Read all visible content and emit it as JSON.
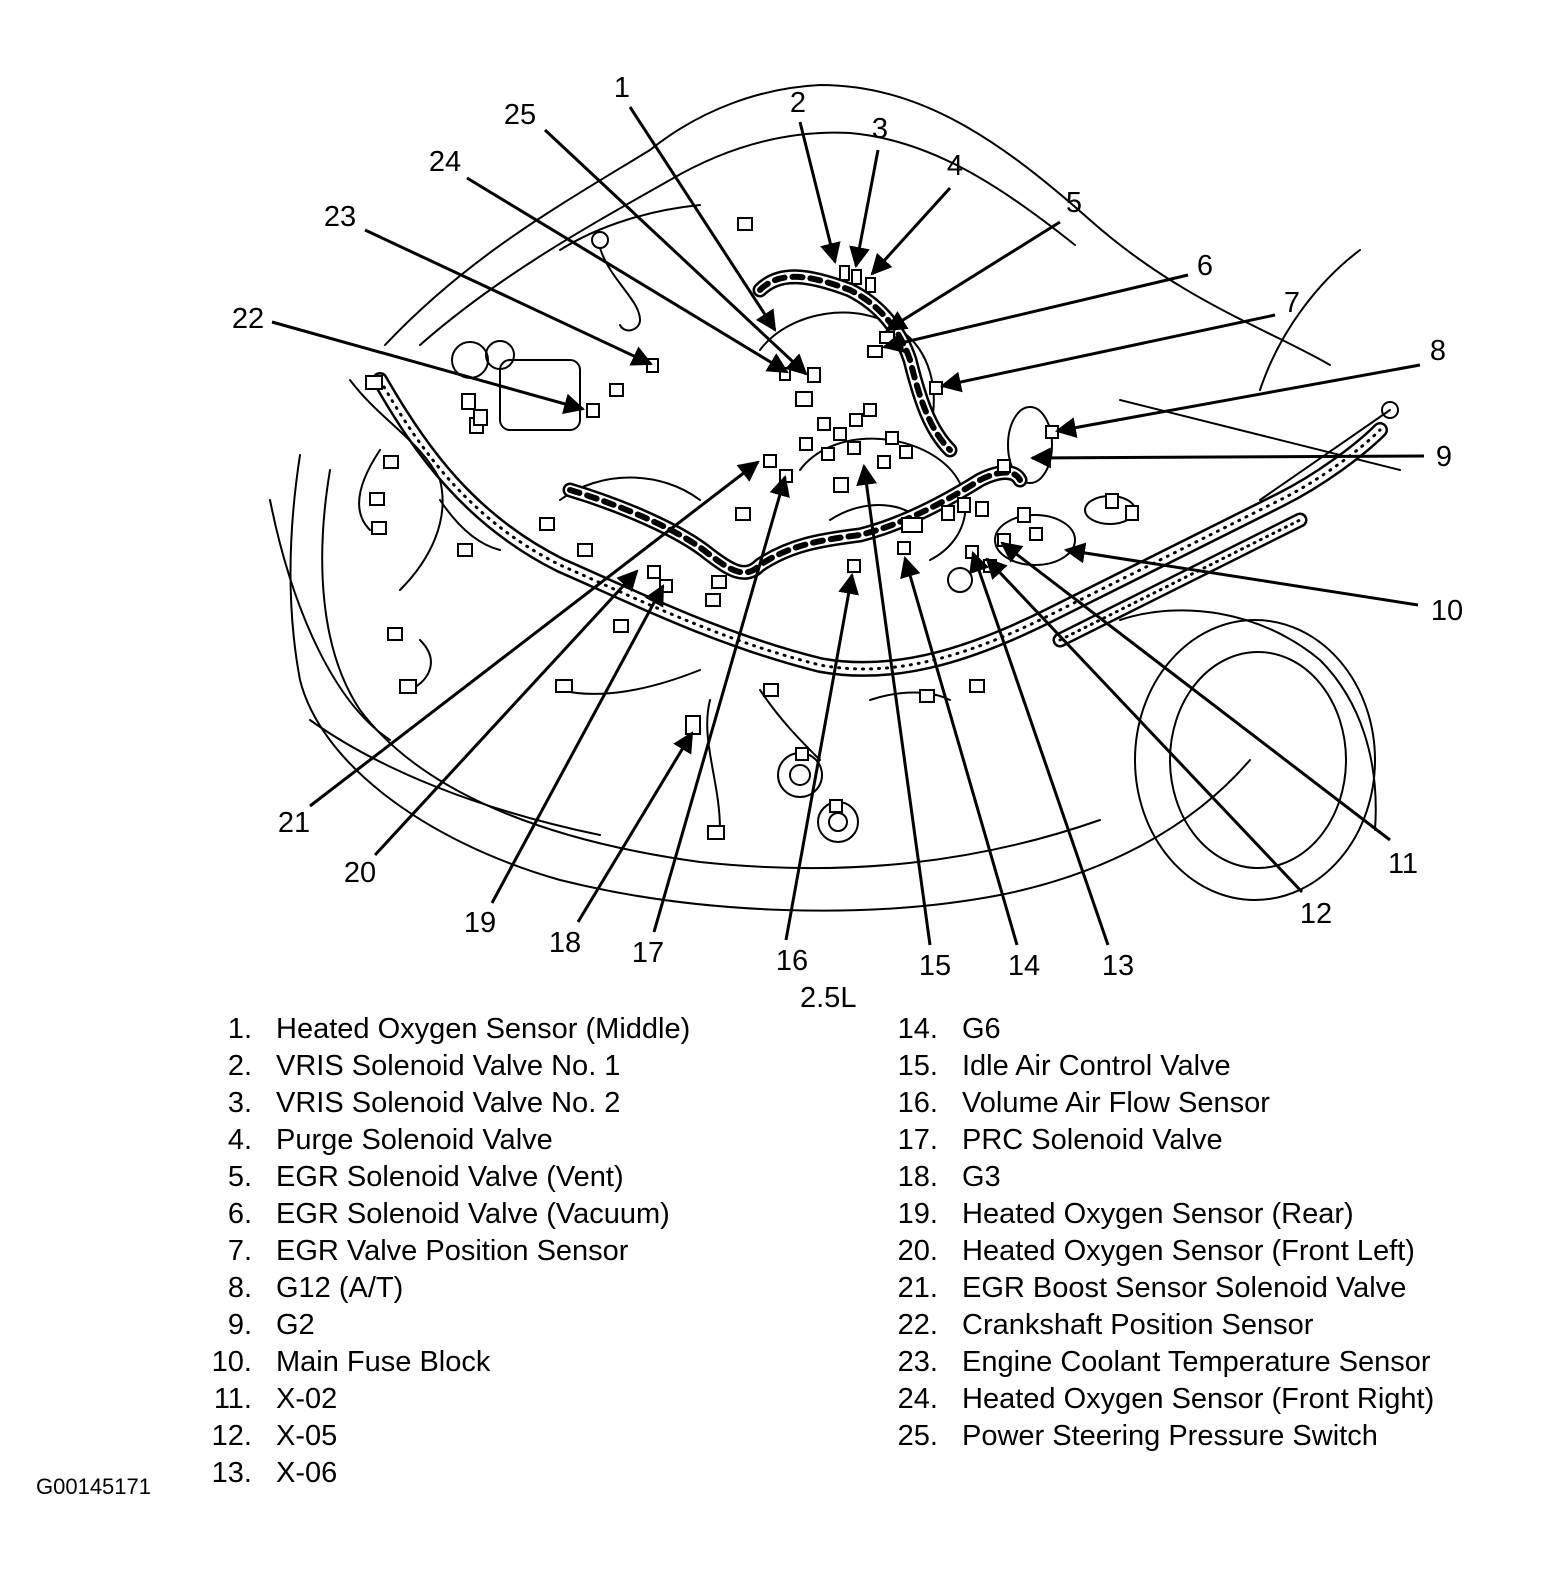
{
  "callouts": [
    {
      "number": "1"
    },
    {
      "number": "2"
    },
    {
      "number": "3"
    },
    {
      "number": "4"
    },
    {
      "number": "5"
    },
    {
      "number": "6"
    },
    {
      "number": "7"
    },
    {
      "number": "8"
    },
    {
      "number": "9"
    },
    {
      "number": "10"
    },
    {
      "number": "11"
    },
    {
      "number": "12"
    },
    {
      "number": "13"
    },
    {
      "number": "14"
    },
    {
      "number": "15"
    },
    {
      "number": "16"
    },
    {
      "number": "17"
    },
    {
      "number": "18"
    },
    {
      "number": "19"
    },
    {
      "number": "20"
    },
    {
      "number": "21"
    },
    {
      "number": "22"
    },
    {
      "number": "23"
    },
    {
      "number": "24"
    },
    {
      "number": "25"
    }
  ],
  "variant_label": "2.5L",
  "legend": {
    "left": [
      {
        "num": "1.",
        "text": "Heated Oxygen Sensor (Middle)"
      },
      {
        "num": "2.",
        "text": "VRIS Solenoid Valve No. 1"
      },
      {
        "num": "3.",
        "text": "VRIS Solenoid Valve No. 2"
      },
      {
        "num": "4.",
        "text": "Purge Solenoid Valve"
      },
      {
        "num": "5.",
        "text": "EGR Solenoid Valve (Vent)"
      },
      {
        "num": "6.",
        "text": "EGR Solenoid Valve (Vacuum)"
      },
      {
        "num": "7.",
        "text": "EGR Valve Position Sensor"
      },
      {
        "num": "8.",
        "text": "G12 (A/T)"
      },
      {
        "num": "9.",
        "text": "G2"
      },
      {
        "num": "10.",
        "text": "Main Fuse Block"
      },
      {
        "num": "11.",
        "text": "X-02"
      },
      {
        "num": "12.",
        "text": "X-05"
      },
      {
        "num": "13.",
        "text": "X-06"
      }
    ],
    "right": [
      {
        "num": "14.",
        "text": "G6"
      },
      {
        "num": "15.",
        "text": "Idle Air Control Valve"
      },
      {
        "num": "16.",
        "text": "Volume Air Flow Sensor"
      },
      {
        "num": "17.",
        "text": "PRC Solenoid Valve"
      },
      {
        "num": "18.",
        "text": "G3"
      },
      {
        "num": "19.",
        "text": "Heated Oxygen Sensor (Rear)"
      },
      {
        "num": "20.",
        "text": "Heated Oxygen Sensor (Front Left)"
      },
      {
        "num": "21.",
        "text": "EGR Boost Sensor Solenoid Valve"
      },
      {
        "num": "22.",
        "text": "Crankshaft Position Sensor"
      },
      {
        "num": "23.",
        "text": "Engine Coolant Temperature Sensor"
      },
      {
        "num": "24.",
        "text": "Heated Oxygen Sensor (Front Right)"
      },
      {
        "num": "25.",
        "text": "Power Steering Pressure Switch"
      }
    ]
  },
  "figure_id": "G00145171"
}
